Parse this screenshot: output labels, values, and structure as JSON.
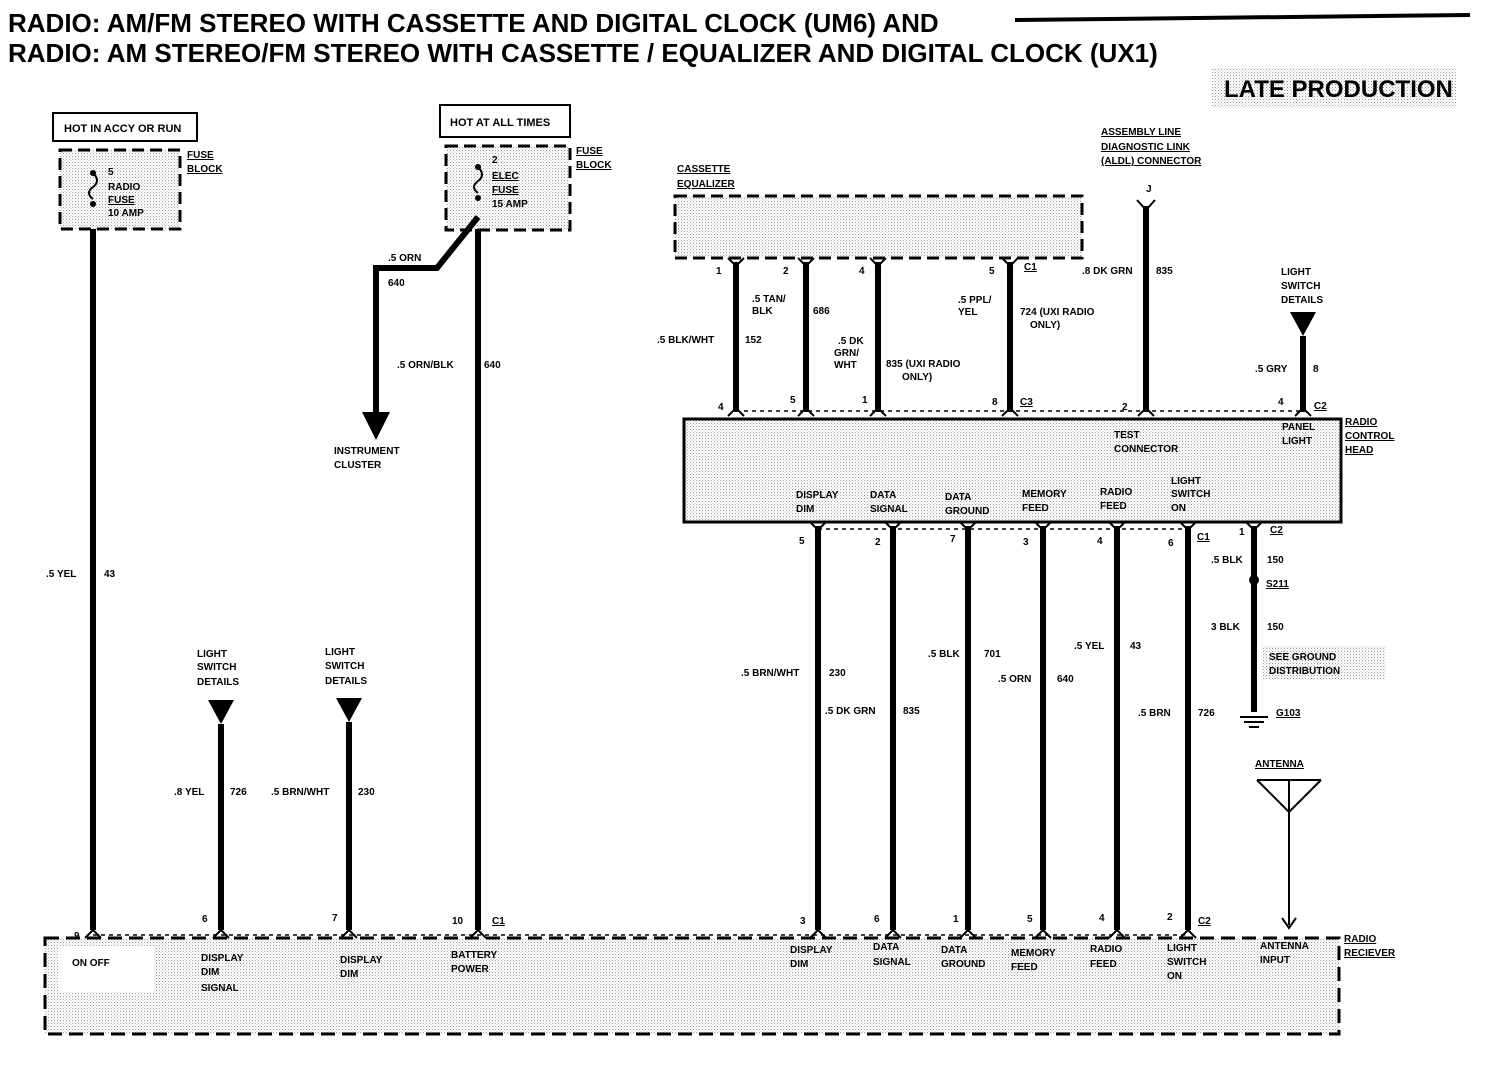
{
  "title": {
    "line1": "RADIO: AM/FM STEREO WITH CASSETTE AND DIGITAL CLOCK (UM6) AND",
    "line2": "RADIO: AM STEREO/FM STEREO WITH CASSETTE / EQUALIZER AND DIGITAL CLOCK (UX1)",
    "badge": "LATE PRODUCTION"
  },
  "fuse_left": {
    "hot": "HOT IN ACCY OR RUN",
    "pin": "5",
    "name1": "RADIO",
    "name2": "FUSE",
    "rating": "10 AMP",
    "block1": "FUSE",
    "block2": "BLOCK"
  },
  "fuse_right": {
    "hot": "HOT AT ALL TIMES",
    "pin": "2",
    "name1": "ELEC",
    "name2": "FUSE",
    "rating": "15 AMP",
    "block1": "FUSE",
    "block2": "BLOCK"
  },
  "cluster": {
    "wire1": ".5 ORN",
    "circ1": "640",
    "line1": "INSTRUMENT",
    "line2": "CLUSTER"
  },
  "battery_wire": {
    "color": ".5 ORN/BLK",
    "circuit": "640"
  },
  "accy_wire": {
    "color": ".5 YEL",
    "circuit": "43"
  },
  "light_switch": {
    "l1": "LIGHT",
    "l2": "SWITCH",
    "l3": "DETAILS"
  },
  "dim_wires": [
    {
      "color": ".8 YEL",
      "circuit": "726"
    },
    {
      "color": ".5 BRN/WHT",
      "circuit": "230"
    }
  ],
  "equalizer": {
    "l1": "CASSETTE",
    "l2": "EQUALIZER",
    "conn": "C1",
    "pins": [
      "1",
      "2",
      "4",
      "5"
    ]
  },
  "eq_wires": [
    {
      "c1": ".5 BLK/WHT",
      "circuit": "152"
    },
    {
      "c1": ".5 TAN/",
      "c2": "BLK",
      "circuit": "686"
    },
    {
      "c1": ".5 DK",
      "c2": "GRN/",
      "c3": "WHT",
      "circuit": "835 (UXI RADIO",
      "circuit2": "ONLY)"
    },
    {
      "c1": ".5 PPL/",
      "c2": "YEL",
      "circuit": "724 (UXI RADIO",
      "circuit2": "ONLY)"
    }
  ],
  "aldl": {
    "l1": "ASSEMBLY LINE",
    "l2": "DIAGNOSTIC LINK",
    "l3": "(ALDL) CONNECTOR",
    "pin": "J",
    "color": ".8 DK GRN",
    "circuit": "835"
  },
  "panel_light": {
    "color": ".5 GRY",
    "circuit": "8"
  },
  "control_head": {
    "l1": "RADIO",
    "l2": "CONTROL",
    "l3": "HEAD",
    "top_pins": [
      "4",
      "5",
      "1",
      "8",
      "2",
      "4"
    ],
    "top_conn_c3": "C3",
    "top_conn_c2": "C2",
    "test1": "TEST",
    "test2": "CONNECTOR",
    "panel1": "PANEL",
    "panel2": "LIGHT",
    "bottom_pins": [
      "5",
      "2",
      "7",
      "3",
      "4",
      "6"
    ],
    "bottom_conn_c1": "C1",
    "ground_pin": "1",
    "ground_conn": "C2",
    "functions": [
      {
        "a": "DISPLAY",
        "b": "DIM"
      },
      {
        "a": "DATA",
        "b": "SIGNAL"
      },
      {
        "a": "DATA",
        "b": "GROUND"
      },
      {
        "a": "MEMORY",
        "b": "FEED"
      },
      {
        "a": "RADIO",
        "b": "FEED"
      },
      {
        "a": "LIGHT",
        "b": "SWITCH",
        "c": "ON"
      }
    ]
  },
  "mid_wires": [
    {
      "color": ".5 BRN/WHT",
      "circuit": "230"
    },
    {
      "color": ".5 DK GRN",
      "circuit": "835"
    },
    {
      "color": ".5 BLK",
      "circuit": "701"
    },
    {
      "color": ".5 ORN",
      "circuit": "640"
    },
    {
      "color": ".5 YEL",
      "circuit": "43"
    },
    {
      "color": ".5 BRN",
      "circuit": "726"
    }
  ],
  "ground": {
    "color1": ".5 BLK",
    "circ1": "150",
    "splice": "S211",
    "color2": "3 BLK",
    "circ2": "150",
    "see1": "SEE GROUND",
    "see2": "DISTRIBUTION",
    "gnd": "G103"
  },
  "antenna": {
    "label": "ANTENNA"
  },
  "receiver": {
    "l1": "RADIO",
    "l2": "RECIEVER",
    "conn_c1": "C1",
    "conn_c2": "C2",
    "pins": [
      "9",
      "6",
      "7",
      "10",
      "3",
      "6",
      "1",
      "5",
      "4",
      "2"
    ],
    "functions": [
      {
        "a": "ON OFF"
      },
      {
        "a": "DISPLAY",
        "b": "DIM",
        "c": "SIGNAL"
      },
      {
        "a": "DISPLAY",
        "b": "DIM"
      },
      {
        "a": "BATTERY",
        "b": "POWER"
      },
      {
        "a": "DISPLAY",
        "b": "DIM"
      },
      {
        "a": "DATA",
        "b": "SIGNAL"
      },
      {
        "a": "DATA",
        "b": "GROUND"
      },
      {
        "a": "MEMORY",
        "b": "FEED"
      },
      {
        "a": "RADIO",
        "b": "FEED"
      },
      {
        "a": "LIGHT",
        "b": "SWITCH",
        "c": "ON"
      },
      {
        "a": "ANTENNA",
        "b": "INPUT"
      }
    ]
  }
}
